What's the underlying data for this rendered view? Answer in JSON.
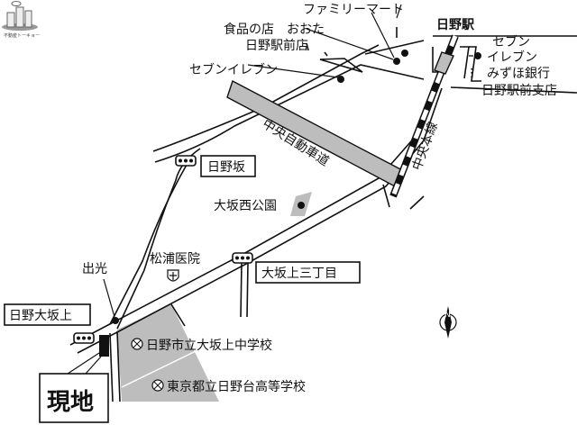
{
  "logo": {
    "text": "不動産トーキョー"
  },
  "colors": {
    "line": "#111111",
    "fill_gray": "#bdbdbd",
    "background": "#ffffff"
  },
  "landmarks": {
    "familymart": "ファミリーマート",
    "shokuhin_1": "食品の店　おおた",
    "shokuhin_2": "日野駅前店",
    "seven_left": "セブンイレブン",
    "station": "日野駅",
    "seven_right_1": "セブン",
    "seven_right_2": "イレブン",
    "mizuho_1": "みずほ銀行",
    "mizuho_2": "日野駅前支店",
    "expressway": "中央自動車道",
    "railway": "中央本線",
    "park": "大坂西公園",
    "clinic": "松浦医院",
    "idemitsu": "出光",
    "junior_high": "日野市立大坂上中学校",
    "high_school": "東京都立日野台高等学校"
  },
  "signals": {
    "hinozaka": "日野坂",
    "osakaue_3": "大坂上三丁目",
    "hino_osakaue": "日野大坂上"
  },
  "destination": {
    "label": "現地"
  },
  "north": {
    "label": "N"
  },
  "icons": {
    "school": "school-symbol-icon",
    "hospital": "hospital-icon",
    "bank": "bank-icon",
    "traffic_signal": "traffic-signal-icon",
    "north_arrow": "north-arrow-icon"
  }
}
